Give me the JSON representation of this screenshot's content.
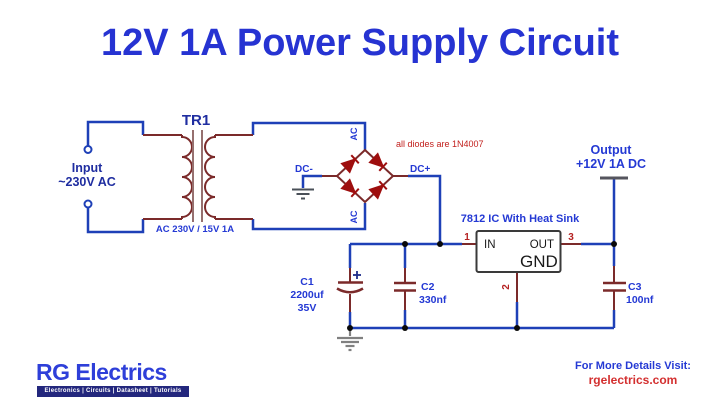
{
  "title": "12V 1A Power Supply Circuit",
  "colors": {
    "wire_blue": "#1e40b7",
    "component_maroon": "#7b2a2a",
    "diode_red": "#9e0e0e",
    "label_blue": "#2439d4",
    "note_red": "#c2201d",
    "brand_blue": "#2e3fd9",
    "website_red": "#d32f2f"
  },
  "circuit": {
    "input": {
      "line1": "Input",
      "line2": "~230V AC"
    },
    "transformer": {
      "name": "TR1",
      "rating": "AC 230V / 15V 1A"
    },
    "bridge": {
      "ac": "AC",
      "dc_minus": "DC-",
      "dc_plus": "DC+",
      "note": "all diodes are 1N4007"
    },
    "regulator": {
      "title": "7812 IC With Heat Sink",
      "pin_in": "IN",
      "pin_out": "OUT",
      "pin_gnd": "GND",
      "pin1": "1",
      "pin2": "2",
      "pin3": "3"
    },
    "capacitors": [
      {
        "name": "C1",
        "value": "2200uf",
        "voltage": "35V",
        "polarity": "+"
      },
      {
        "name": "C2",
        "value": "330nf"
      },
      {
        "name": "C3",
        "value": "100nf"
      }
    ],
    "output": {
      "line1": "Output",
      "line2": "+12V 1A DC"
    }
  },
  "footer": {
    "brand": "RG Electrics",
    "tagline": "Electronics | Circuits | Datasheet | Tutorials",
    "visit_label": "For More Details Visit:",
    "website": "rgelectrics.com"
  }
}
